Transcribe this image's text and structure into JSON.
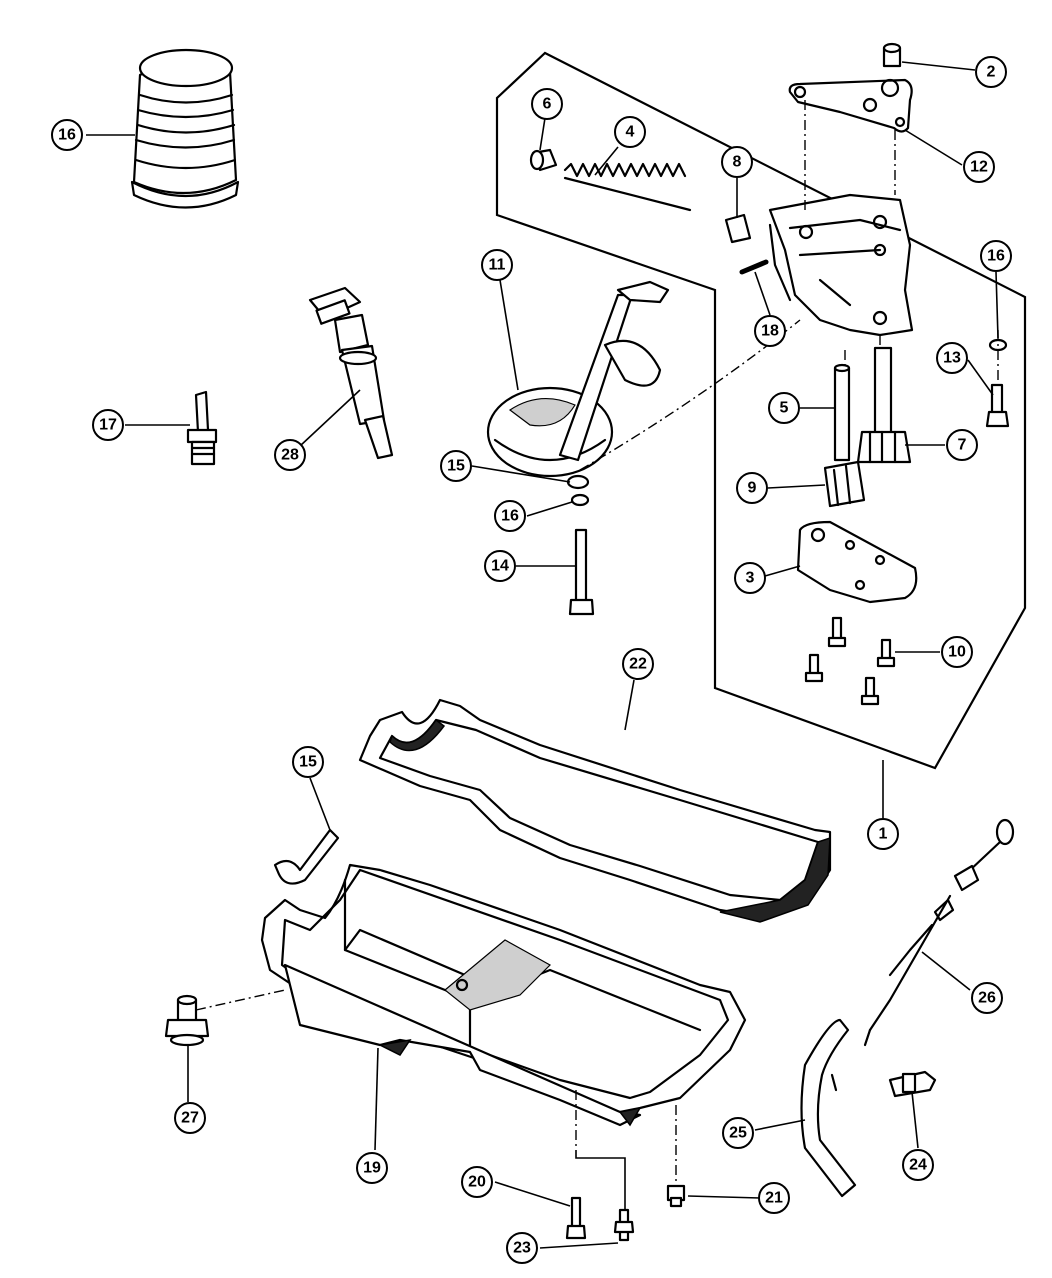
{
  "callouts": [
    {
      "id": "c1",
      "label": "1"
    },
    {
      "id": "c2",
      "label": "2"
    },
    {
      "id": "c3",
      "label": "3"
    },
    {
      "id": "c4",
      "label": "4"
    },
    {
      "id": "c5",
      "label": "5"
    },
    {
      "id": "c6",
      "label": "6"
    },
    {
      "id": "c7",
      "label": "7"
    },
    {
      "id": "c8",
      "label": "8"
    },
    {
      "id": "c9",
      "label": "9"
    },
    {
      "id": "c10",
      "label": "10"
    },
    {
      "id": "c11",
      "label": "11"
    },
    {
      "id": "c12",
      "label": "12"
    },
    {
      "id": "c13",
      "label": "13"
    },
    {
      "id": "c14",
      "label": "14"
    },
    {
      "id": "c15a",
      "label": "15"
    },
    {
      "id": "c15b",
      "label": "15"
    },
    {
      "id": "c16a",
      "label": "16"
    },
    {
      "id": "c16b",
      "label": "16"
    },
    {
      "id": "c16c",
      "label": "16"
    },
    {
      "id": "c17",
      "label": "17"
    },
    {
      "id": "c18",
      "label": "18"
    },
    {
      "id": "c19",
      "label": "19"
    },
    {
      "id": "c20",
      "label": "20"
    },
    {
      "id": "c21",
      "label": "21"
    },
    {
      "id": "c22",
      "label": "22"
    },
    {
      "id": "c23",
      "label": "23"
    },
    {
      "id": "c24",
      "label": "24"
    },
    {
      "id": "c25",
      "label": "25"
    },
    {
      "id": "c26",
      "label": "26"
    },
    {
      "id": "c27",
      "label": "27"
    },
    {
      "id": "c28",
      "label": "28"
    }
  ]
}
